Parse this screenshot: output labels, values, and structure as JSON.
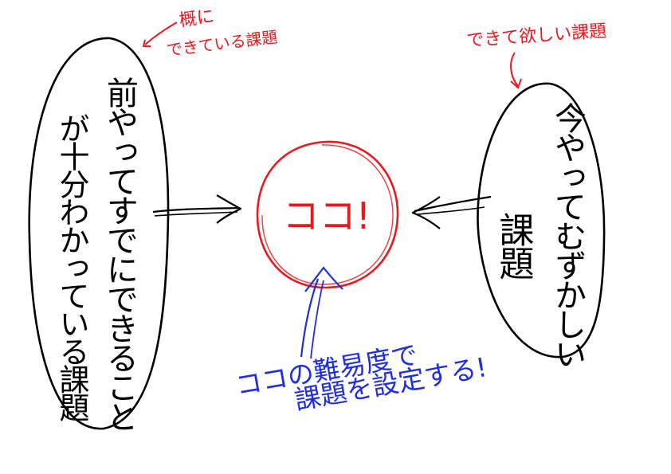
{
  "left_bubble": {
    "column_1": "前やってすでにできること",
    "column_2": "が十分わかっている課題"
  },
  "left_note": {
    "line_1": "概に",
    "line_2": "できている課題"
  },
  "right_bubble": {
    "column_1": "今やってむずかしい",
    "column_2": "課題"
  },
  "right_note": "できて欲しい課題",
  "center_circle": {
    "label": "ココ!"
  },
  "bottom_note": {
    "line_1": "ココの難易度で",
    "line_2": "課題を設定する!"
  },
  "colors": {
    "ink": "#000000",
    "red": "#e8191f",
    "blue": "#1f2fe0"
  }
}
